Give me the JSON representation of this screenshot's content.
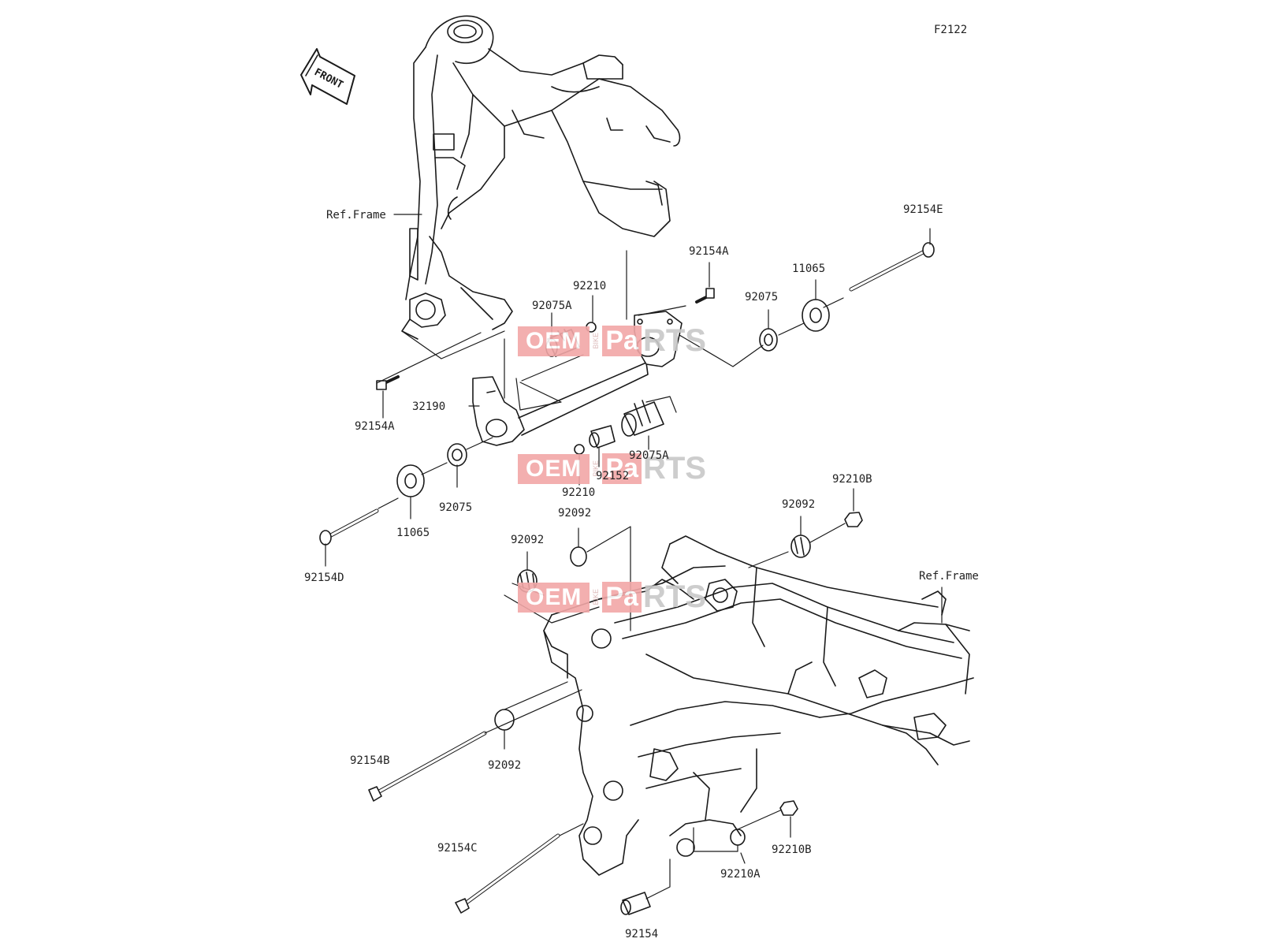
{
  "figure_code": "F2122",
  "front_arrow": "FRONT",
  "watermark": {
    "oem": "OEM",
    "bike": "BIKE",
    "p": "Pa",
    "rts": "RTS"
  },
  "labels": {
    "ref_frame_upper": "Ref.Frame",
    "ref_frame_lower": "Ref.Frame",
    "p_92154E": "92154E",
    "p_11065_r": "11065",
    "p_92075_r": "92075",
    "p_92154A_r": "92154A",
    "p_92210_top": "92210",
    "p_92075A_top": "92075A",
    "p_92154A_l": "92154A",
    "p_32190": "32190",
    "p_92075A_low": "92075A",
    "p_92152": "92152",
    "p_92210_mid": "92210",
    "p_92075_l": "92075",
    "p_11065_l": "11065",
    "p_92154D": "92154D",
    "p_92092_a": "92092",
    "p_92092_b": "92092",
    "p_92092_c": "92092",
    "p_92210B_top": "92210B",
    "p_92092_bot": "92092",
    "p_92154B": "92154B",
    "p_92154C": "92154C",
    "p_92210B_bot": "92210B",
    "p_92210A": "92210A",
    "p_92154": "92154"
  }
}
